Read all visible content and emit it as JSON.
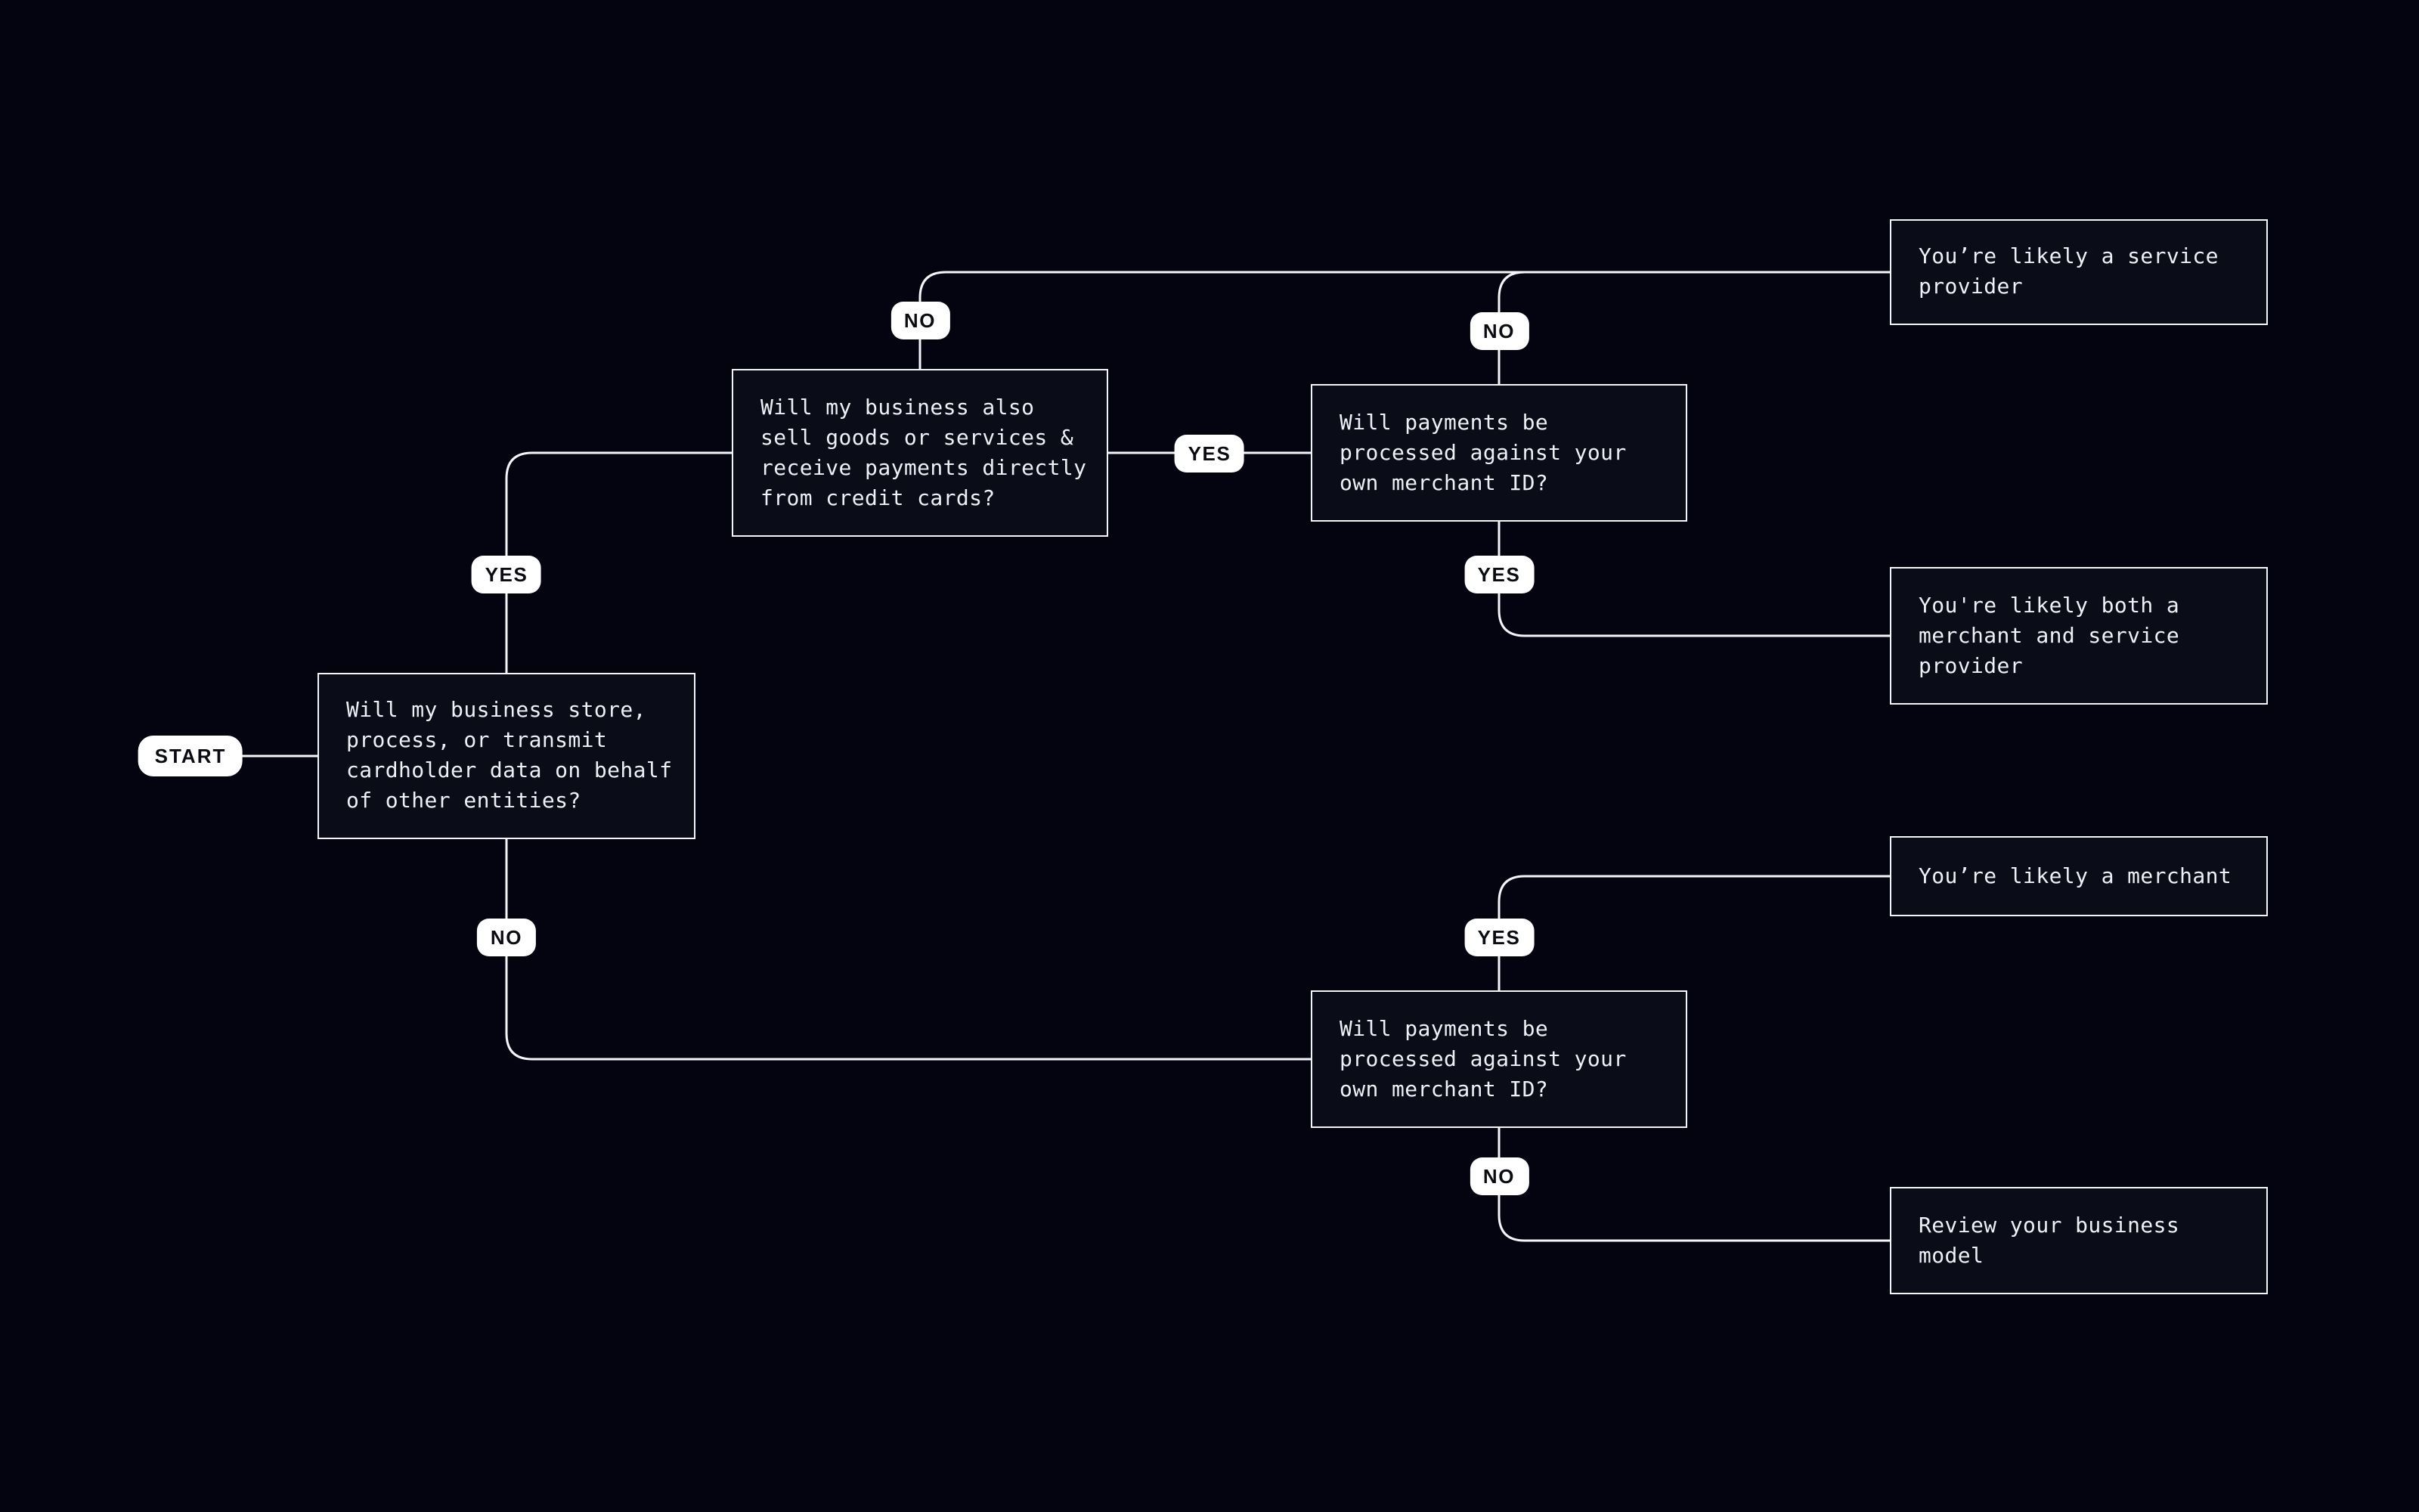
{
  "colors": {
    "background": "#030410",
    "box_fill": "#0a0c18",
    "line": "#f4f5f7",
    "box_text": "#eef0f5",
    "badge_fill": "#ffffff",
    "badge_text": "#0b0c12"
  },
  "start": {
    "label": "START"
  },
  "branch_labels": {
    "yes": "YES",
    "no": "NO"
  },
  "questions": {
    "store_process_transmit": "Will my business store,\nprocess, or transmit\ncardholder data on behalf\nof other entities?",
    "sell_goods_services": "Will my business also\nsell goods or services &\nreceive payments directly\nfrom credit cards?",
    "own_merchant_id_top": "Will payments be\nprocessed against your\nown merchant ID?",
    "own_merchant_id_bottom": "Will payments be\nprocessed against your\nown merchant ID?"
  },
  "outcomes": {
    "service_provider": "You’re likely a service\nprovider",
    "merchant_and_service_provider": "You're likely both a\nmerchant and service\nprovider",
    "merchant": "You’re likely a merchant",
    "review_business_model": "Review your business\nmodel"
  }
}
